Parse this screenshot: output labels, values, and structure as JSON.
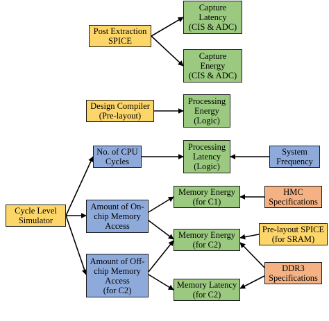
{
  "colors": {
    "yellow": "#fdd66a",
    "green": "#9bc97f",
    "blue": "#8eaadb",
    "orange": "#f4b183",
    "line": "#000000"
  },
  "nodes": {
    "post_extraction": "Post Extraction\nSPICE",
    "capture_latency": "Capture\nLatency\n(CIS & ADC)",
    "capture_energy": "Capture\nEnergy\n(CIS & ADC)",
    "design_compiler": "Design Compiler\n(Pre-layout)",
    "processing_energy": "Processing\nEnergy\n(Logic)",
    "cpu_cycles": "No. of CPU\nCycles",
    "processing_latency": "Processing\nLatency\n(Logic)",
    "system_frequency": "System\nFrequency",
    "cycle_level": "Cycle Level\nSimulator",
    "onchip_access": "Amount of On-\nchip Memory\nAccess",
    "mem_energy_c1": "Memory Energy\n(for C1)",
    "hmc_specs": "HMC\nSpecifications",
    "mem_energy_c2": "Memory Energy\n(for C2)",
    "prelayout_spice": "Pre-layout SPICE\n(for SRAM)",
    "offchip_access": "Amount of Off-\nchip Memory\nAccess\n(for C2)",
    "ddr3_specs": "DDR3\nSpecifications",
    "mem_latency_c2": "Memory Latency\n(for C2)"
  }
}
